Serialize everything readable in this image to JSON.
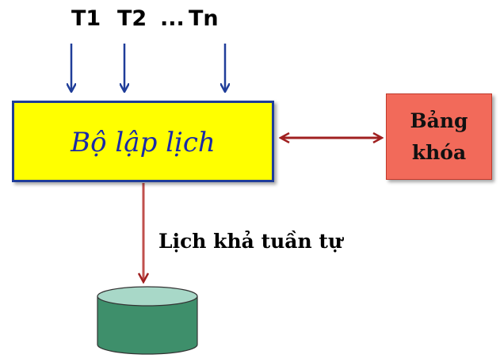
{
  "transactions": {
    "t1": "T1",
    "t2": "T2",
    "dots": "...",
    "tn": "Tn"
  },
  "scheduler": {
    "label": "Bộ lập lịch"
  },
  "lock_table": {
    "line1": "Bảng",
    "line2": "khóa"
  },
  "schedule": {
    "label": "Lịch khả tuần tự"
  },
  "colors": {
    "scheduler_fill": "#ffff00",
    "scheduler_border": "#1f3d99",
    "scheduler_text": "#1a2aa8",
    "lock_table_fill": "#f26a5a",
    "arrow_blue": "#1f3d99",
    "arrow_red": "#a02020",
    "database_fill": "#3e8f6b",
    "database_top": "#a8d8c8"
  }
}
